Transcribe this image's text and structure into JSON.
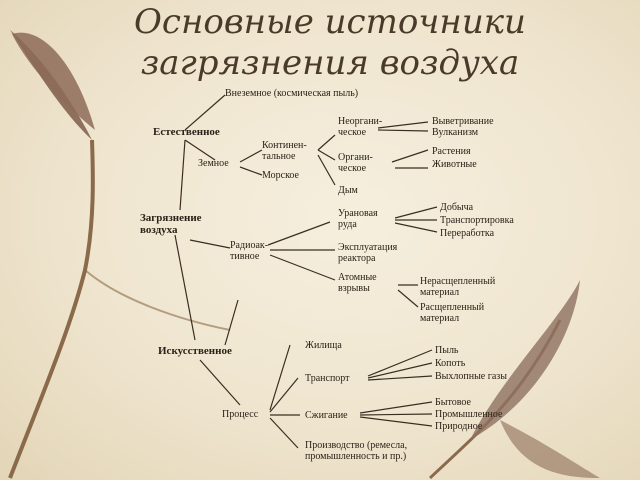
{
  "title": {
    "line1": "Основные источники",
    "line2": "загрязнения воздуха"
  },
  "diagram": {
    "root": "Загрязнение\nвоздуха",
    "natural": {
      "label": "Естественное",
      "extraterrestrial": "Внеземное (космическая пыль)",
      "terrestrial": "Земное",
      "continental": "Континен-\nтальное",
      "marine": "Морское",
      "inorganic": "Неоргани-\nческое",
      "weathering": "Выветривание",
      "volcanoes": "Вулканизм",
      "organic": "Органи-\nческое",
      "plants": "Растения",
      "animals": "Животные",
      "smoke": "Дым"
    },
    "radioactive": {
      "label": "Радиоак-\nтивное",
      "uranium_ore": "Урановая\nруда",
      "mining": "Добыча",
      "transport": "Транспортировка",
      "processing": "Переработка",
      "reactor": "Эксплуатация\nреактора",
      "explosions": "Атомные\nвзрывы",
      "unfissioned": "Нерасщепленный\nматериал",
      "fissioned": "Расщепленный\nматериал"
    },
    "artificial": {
      "label": "Искусственное",
      "process": "Процесс",
      "dwellings": "Жилища",
      "transport": "Транспорт",
      "dust": "Пыль",
      "soot": "Копоть",
      "exhaust": "Выхлопные газы",
      "combustion": "Сжигание",
      "household": "Бытовое",
      "industrial": "Промышленное",
      "natural": "Природное",
      "production": "Производство (ремесла,\nпромышленность и пр.)"
    }
  }
}
